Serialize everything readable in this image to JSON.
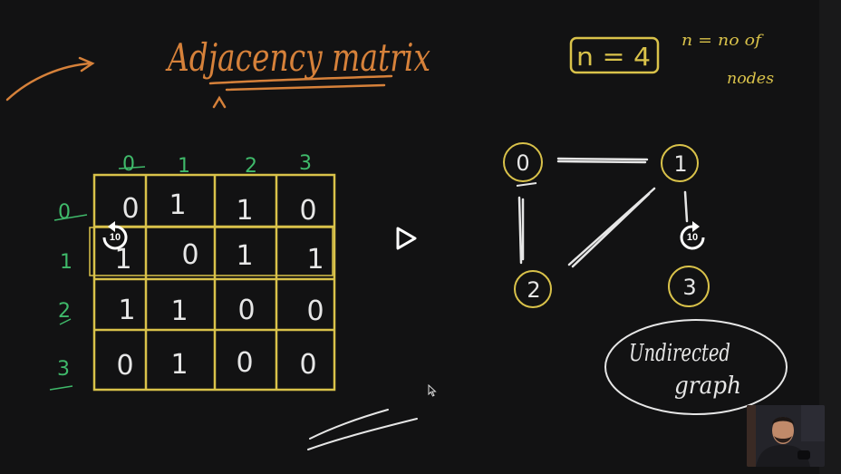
{
  "whiteboard": {
    "title": "Adjacency matrix",
    "n_label": "n = 4",
    "n_note": [
      "n = no of",
      "nodes"
    ],
    "graph_caption": [
      "Undirected",
      "graph"
    ],
    "matrix": {
      "col_headers": [
        "0",
        "1",
        "2",
        "3"
      ],
      "row_headers": [
        "0",
        "1",
        "2",
        "3"
      ],
      "rows": [
        [
          "0",
          "1",
          "1",
          "0"
        ],
        [
          "1",
          "0",
          "1",
          "1"
        ],
        [
          "1",
          "1",
          "0",
          "0"
        ],
        [
          "0",
          "1",
          "0",
          "0"
        ]
      ]
    },
    "graph": {
      "nodes": [
        "0",
        "1",
        "2",
        "3"
      ]
    }
  },
  "player": {
    "rewind_seconds": "10",
    "forward_seconds": "10",
    "icons": [
      "rewind-10-icon",
      "play-icon",
      "forward-10-icon"
    ]
  },
  "colors": {
    "background": "#121213",
    "title_orange": "#d6813a",
    "matrix_yellow": "#d9c24a",
    "header_green": "#3fb96a",
    "chalk_white": "#e6e6e6"
  }
}
